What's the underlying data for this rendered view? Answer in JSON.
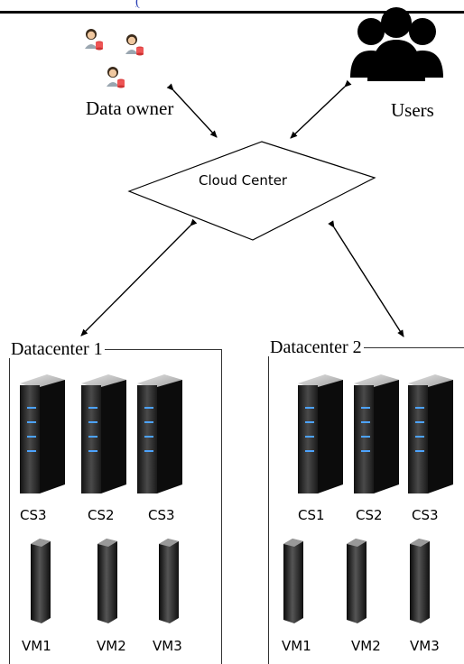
{
  "header": {
    "link_text": "("
  },
  "nodes": {
    "data_owner": "Data owner",
    "users": "Users",
    "cloud_center": "Cloud Center"
  },
  "datacenters": [
    {
      "title": "Datacenter 1",
      "servers": [
        "CS3",
        "CS2",
        "CS3"
      ],
      "vms": [
        "VM1",
        "VM2",
        "VM3"
      ]
    },
    {
      "title": "Datacenter 2",
      "servers": [
        "CS1",
        "CS2",
        "CS3"
      ],
      "vms": [
        "VM1",
        "VM2",
        "VM3"
      ]
    }
  ],
  "icons": {
    "data_owner": "data-owner-icon",
    "users": "users-icon",
    "server": "server-tower-icon",
    "vm": "vm-tower-icon"
  }
}
